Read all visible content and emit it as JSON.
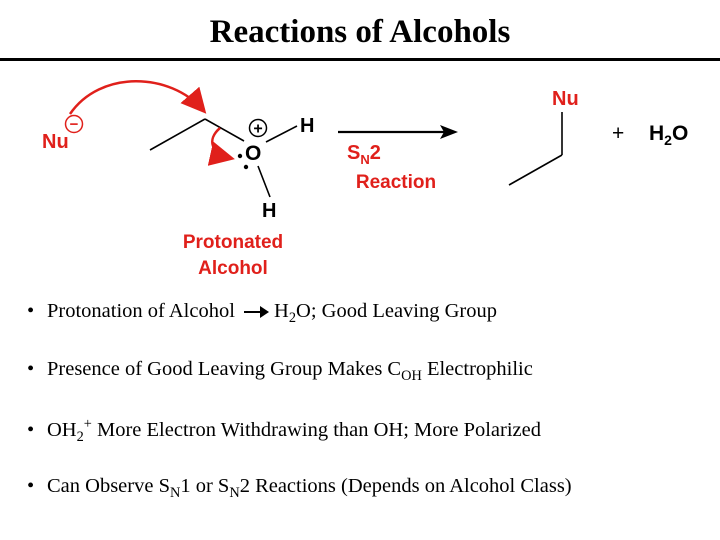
{
  "title": "Reactions of Alcohols",
  "scheme": {
    "nucleophile": "Nu",
    "charge_minus": "−",
    "charge_plus": "+",
    "oxygen": "O",
    "hydrogen_top": "H",
    "hydrogen_bottom": "H",
    "protonated_label_1": "Protonated",
    "protonated_label_2": "Alcohol",
    "arrow_label_s": "S",
    "arrow_label_sub": "N",
    "arrow_label_num": "2",
    "arrow_label_reaction": "Reaction",
    "product_nu": "Nu",
    "plus_sign": "+",
    "water_h": "H",
    "water_sub": "2",
    "water_o": "O",
    "colors": {
      "red": "#e0201b",
      "black": "#000000"
    }
  },
  "bullets": [
    {
      "a": "Protonation of Alcohol",
      "b": "H",
      "b_sub": "2",
      "c": "O; Good Leaving Group"
    },
    {
      "a": "Presence of Good Leaving Group Makes C",
      "a_sub": "OH",
      "b": " Electrophilic"
    },
    {
      "a": "OH",
      "a_sub": "2",
      "a_sup": "+",
      "b": " More Electron Withdrawing than OH; More Polarized"
    },
    {
      "a": "Can Observe S",
      "a_sub": "N",
      "b": "1 or S",
      "b_sub": "N",
      "c": "2 Reactions (Depends on Alcohol Class)"
    }
  ],
  "bullet_glyph": "•"
}
